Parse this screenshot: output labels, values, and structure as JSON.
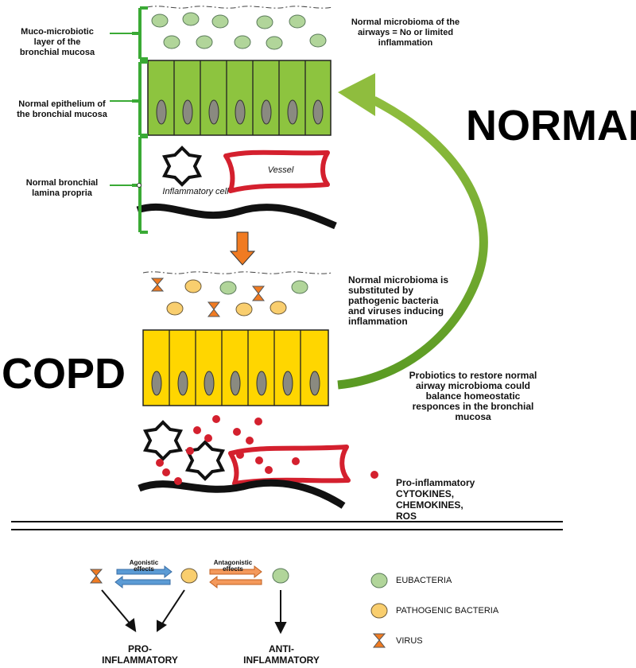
{
  "normal": {
    "label_mucus": "Muco-microbiotic layer of the bronchial mucosa",
    "label_epithelium": "Normal epithelium of the bronchial mucosa",
    "label_lamina": "Normal bronchial lamina propria",
    "caption": "Normal microbioma of the airways = No or limited inflammation",
    "big_title": "NORMAL",
    "inflammatory_cell": "Inflammatory cell",
    "vessel": "Vessel",
    "colors": {
      "epithelium": "#8dc43f",
      "eubacteria": "#b1d59a",
      "bracket": "#3aaa35"
    }
  },
  "copd": {
    "big_title": "COPD",
    "caption": "Normal microbioma is substituted by pathogenic bacteria and viruses inducing inflammation",
    "probiotics": "Probiotics to restore normal airway microbioma could balance homeostatic responces in the bronchial mucosa",
    "pro_label": "Pro-inflammatory CYTOKINES, CHEMOKINES, ROS",
    "colors": {
      "epithelium": "#ffd600",
      "pathogen": "#f9ce6e",
      "cytokine": "#d4202e",
      "vessel": "#d4202e"
    }
  },
  "legend": {
    "agonistic": "Agonistic effects",
    "antagonistic": "Antagonistic effects",
    "pro": "PRO-INFLAMMATORY",
    "anti": "ANTI-INFLAMMATORY",
    "eubacteria": "EUBACTERIA",
    "pathogenic": "PATHOGENIC BACTERIA",
    "virus": "VIRUS"
  }
}
